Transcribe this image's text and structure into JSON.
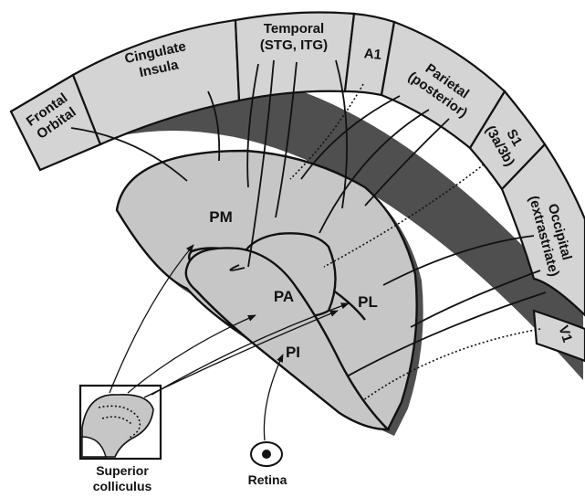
{
  "cortical_areas": {
    "frontal_orbital": [
      "Frontal",
      "Orbital"
    ],
    "cingulate_insula": [
      "Cingulate",
      "Insula"
    ],
    "temporal": [
      "Temporal",
      "(STG, ITG)"
    ],
    "a1": "A1",
    "parietal": [
      "Parietal",
      "(posterior)"
    ],
    "s1": [
      "S1",
      "(3a/3b)"
    ],
    "occipital": [
      "Occipital",
      "(extrastriate)"
    ],
    "v1": "V1"
  },
  "pulvinar_divisions": {
    "pm": "PM",
    "pa": "PA",
    "pl": "PL",
    "pi": "PI"
  },
  "inputs": {
    "superior_colliculus": [
      "Superior",
      "colliculus"
    ],
    "retina": "Retina"
  }
}
